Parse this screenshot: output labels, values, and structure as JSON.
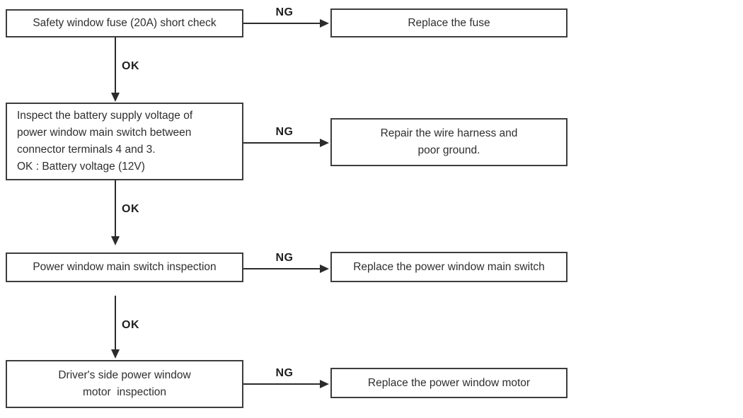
{
  "flowchart": {
    "rows": [
      {
        "step": "Safety window fuse (20A) short check",
        "branch_label": "NG",
        "action": "Replace the fuse"
      },
      {
        "step": "Inspect the battery supply voltage of\npower window main switch between\nconnector terminals 4 and 3.\nOK : Battery voltage (12V)",
        "branch_label": "NG",
        "action": "Repair the wire harness and\npoor ground."
      },
      {
        "step": "Power window main switch inspection",
        "branch_label": "NG",
        "action": "Replace the power window main switch"
      },
      {
        "step": "Driver's side power window\nmotor  inspection",
        "branch_label": "NG",
        "action": "Replace the power window motor"
      }
    ],
    "connectors": [
      {
        "label": "OK"
      },
      {
        "label": "OK"
      },
      {
        "label": "OK"
      }
    ],
    "colors": {
      "background": "#ffffff",
      "border": "#3d3d3d",
      "line": "#2b2b2b",
      "text": "#2e2e2e"
    }
  }
}
